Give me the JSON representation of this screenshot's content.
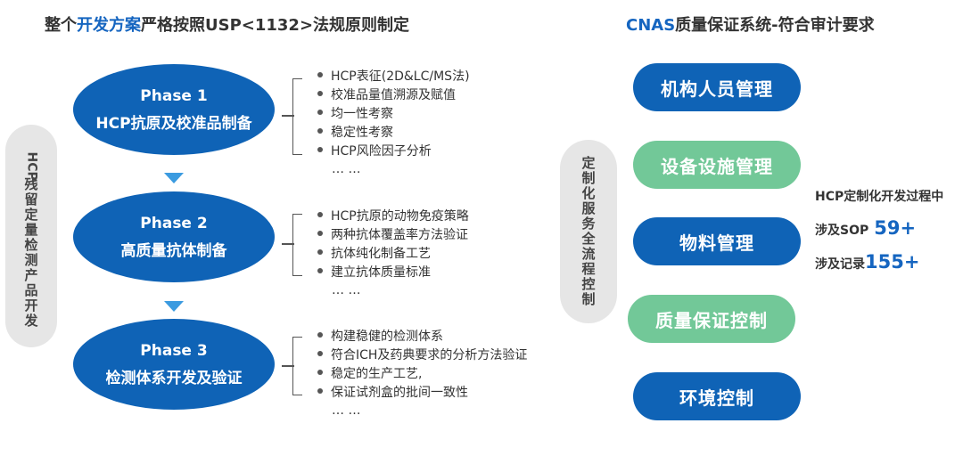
{
  "left_title": {
    "prefix": "整个",
    "highlight": "开发方案",
    "suffix": "严格按照USP<1132>法规原则制定"
  },
  "right_title": {
    "highlight": "CNAS",
    "suffix": "质量保证系统-符合审计要求"
  },
  "side_label": {
    "rotated": "HCP",
    "chars": [
      "残",
      "留",
      "定",
      "量",
      "检",
      "测",
      "产",
      "品",
      "开",
      "发"
    ]
  },
  "phases": [
    {
      "label": "Phase 1",
      "name": "HCP抗原及校准品制备",
      "items": [
        "HCP表征(2D&LC/MS法)",
        "校准品量值溯源及赋值",
        "均一性考察",
        "稳定性考察",
        "HCP风险因子分析"
      ],
      "more": "… …"
    },
    {
      "label": "Phase 2",
      "name": "高质量抗体制备",
      "items": [
        "HCP抗原的动物免疫策略",
        "两种抗体覆盖率方法验证",
        "抗体纯化制备工艺",
        "建立抗体质量标准"
      ],
      "more": "… …"
    },
    {
      "label": "Phase 3",
      "name": "检测体系开发及验证",
      "items": [
        "构建稳健的检测体系",
        "符合ICH及药典要求的分析方法验证",
        "稳定的生产工艺,",
        "保证试剂盒的批间一致性"
      ],
      "more": "… …"
    }
  ],
  "middle_label": [
    "定",
    "制",
    "化",
    "服",
    "务",
    "全",
    "流",
    "程",
    "控",
    "制"
  ],
  "quality_items": [
    {
      "label": "机构人员管理",
      "color": "#0f63b6"
    },
    {
      "label": "设备设施管理",
      "color": "#72c898"
    },
    {
      "label": "物料管理",
      "color": "#0f63b6"
    },
    {
      "label": "质量保证控制",
      "color": "#72c898"
    },
    {
      "label": "环境控制",
      "color": "#0f63b6"
    }
  ],
  "stats": {
    "title": "HCP定制化开发过程中",
    "sop_label": "涉及SOP",
    "sop_value": "59+",
    "record_label": "涉及记录",
    "record_value": "155+"
  }
}
